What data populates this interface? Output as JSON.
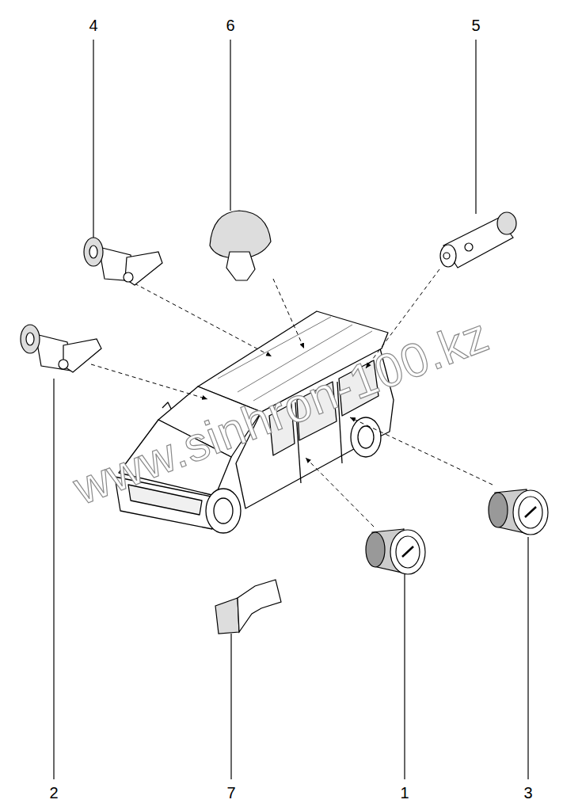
{
  "diagram": {
    "labels": [
      "4",
      "6",
      "5",
      "www.sinhron-100.kz",
      "2",
      "7",
      "1",
      "3"
    ]
  }
}
